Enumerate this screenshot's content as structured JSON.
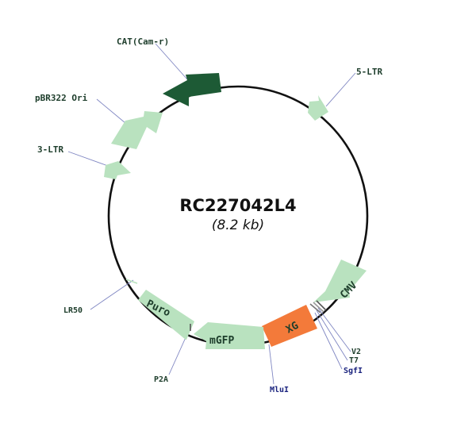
{
  "plasmid": {
    "name": "RC227042L4",
    "size_label": "(8.2 kb)"
  },
  "colors": {
    "backbone": "#111111",
    "feature_light": "#b9e2bf",
    "feature_dark": "#1d5a35",
    "insert": "#f37a3a",
    "site_green": "#1d3d2b",
    "site_blue": "#1a237e",
    "leader_line": "#7f86c2"
  },
  "features": [
    {
      "name": "CAT(Cam-r)",
      "shape": "cat_arrow",
      "icon": "dark-green-arrow"
    },
    {
      "name": "pBR322 Ori",
      "shape": "ori_arrow",
      "icon": "light-green-arrow"
    },
    {
      "name": "5-LTR",
      "shape": "ltr5_arrow",
      "icon": "light-green-arrow"
    },
    {
      "name": "3-LTR",
      "shape": "ltr3_arrow",
      "icon": "light-green-arrow"
    },
    {
      "name": "CMV",
      "shape": "cmv_arrow",
      "icon": "light-green-arrow"
    },
    {
      "name": "XG",
      "shape": "xg_block",
      "icon": "orange-insert-block"
    },
    {
      "name": "mGFP",
      "shape": "mgfp_arrow",
      "icon": "light-green-arrow"
    },
    {
      "name": "Puro",
      "shape": "puro_arrow",
      "icon": "light-green-arrow"
    }
  ],
  "sites": [
    {
      "name": "LR50",
      "color": "green"
    },
    {
      "name": "P2A",
      "color": "green"
    },
    {
      "name": "MluI",
      "color": "blue"
    },
    {
      "name": "V2",
      "color": "green"
    },
    {
      "name": "T7",
      "color": "green"
    },
    {
      "name": "SgfI",
      "color": "blue"
    }
  ]
}
